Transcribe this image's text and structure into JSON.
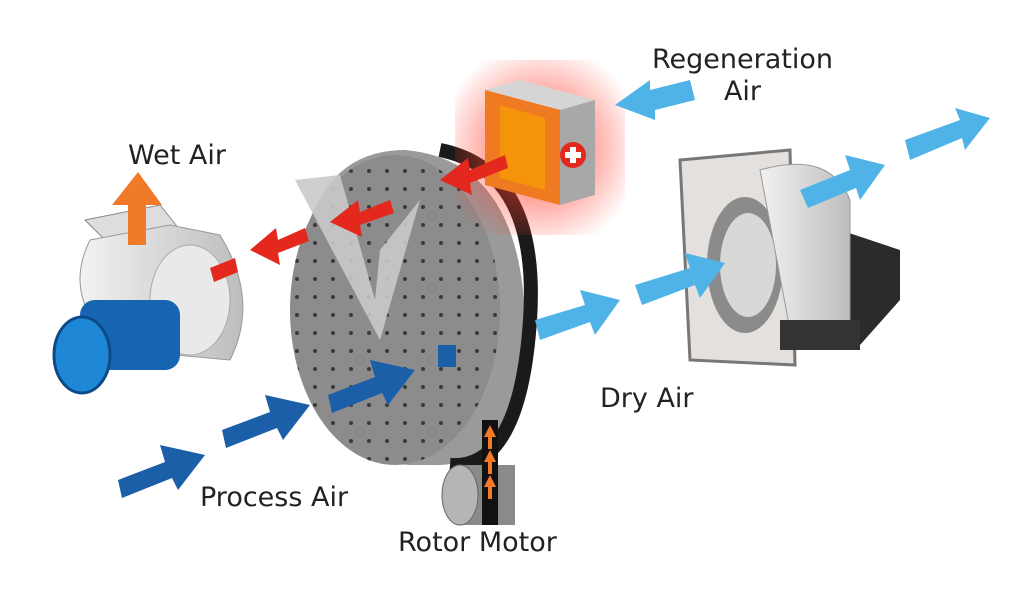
{
  "labels": {
    "regeneration_air_line1": "Regeneration",
    "regeneration_air_line2": "Air",
    "wet_air": "Wet Air",
    "dry_air": "Dry Air",
    "process_air": "Process Air",
    "rotor_motor": "Rotor Motor"
  },
  "colors": {
    "regeneration_arrow": "#4fb3e8",
    "process_arrow": "#1b5fa8",
    "hot_air_arrow": "#e5281d",
    "wet_air_arrow": "#f07a28",
    "rotor": "#8a8a8a"
  }
}
